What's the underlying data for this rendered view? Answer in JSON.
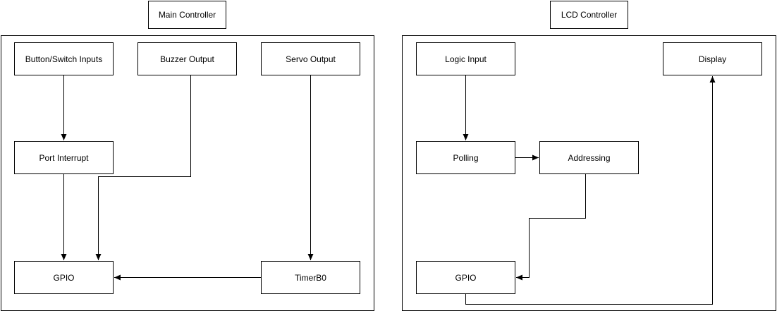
{
  "main_controller": {
    "title": "Main Controller",
    "nodes": {
      "button_inputs": "Button/Switch Inputs",
      "buzzer_output": "Buzzer Output",
      "servo_output": "Servo Output",
      "port_interrupt": "Port Interrupt",
      "gpio": "GPIO",
      "timerb0": "TimerB0"
    }
  },
  "lcd_controller": {
    "title": "LCD Controller",
    "nodes": {
      "logic_input": "Logic Input",
      "display": "Display",
      "polling": "Polling",
      "addressing": "Addressing",
      "gpio": "GPIO"
    }
  },
  "edges": [
    {
      "from": "Button/Switch Inputs",
      "to": "Port Interrupt"
    },
    {
      "from": "Port Interrupt",
      "to": "GPIO"
    },
    {
      "from": "Buzzer Output",
      "to": "GPIO"
    },
    {
      "from": "Servo Output",
      "to": "TimerB0"
    },
    {
      "from": "TimerB0",
      "to": "GPIO"
    },
    {
      "from": "Logic Input",
      "to": "Polling"
    },
    {
      "from": "Polling",
      "to": "Addressing"
    },
    {
      "from": "Addressing",
      "to": "GPIO"
    },
    {
      "from": "GPIO",
      "to": "Display"
    }
  ],
  "colors": {
    "stroke": "#000000",
    "fill": "#ffffff"
  }
}
